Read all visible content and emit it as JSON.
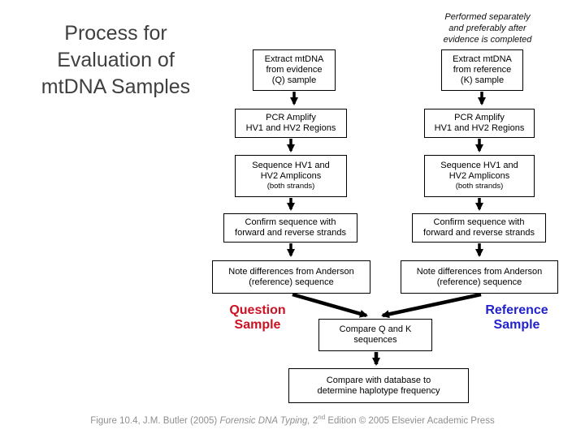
{
  "slide": {
    "title_lines": [
      "Process for",
      "Evaluation of",
      "mtDNA Samples"
    ],
    "note_lines": [
      "Performed separately",
      "and preferably after",
      "evidence is completed"
    ],
    "caption": {
      "prefix": "Figure 10.4, J.M. Butler (2005) ",
      "italic_title": "Forensic DNA Typing,",
      "edition_num": " 2",
      "edition_sup": "nd",
      "suffix": " Edition © 2005 Elsevier Academic Press"
    },
    "colors": {
      "question_label": "#cc1122",
      "reference_label": "#2222cc",
      "box_border": "#000000",
      "arrow": "#000000",
      "title_text": "#3f3f3f",
      "caption_text": "#8f8f8f"
    }
  },
  "flowchart": {
    "question_column": {
      "label_lines": [
        "Question",
        "Sample"
      ],
      "boxes": [
        {
          "lines": [
            "Extract mtDNA",
            "from evidence",
            "(Q) sample"
          ]
        },
        {
          "lines": [
            "PCR Amplify",
            "HV1 and HV2 Regions"
          ]
        },
        {
          "lines": [
            "Sequence HV1 and",
            "HV2 Amplicons"
          ],
          "note": "(both strands)"
        },
        {
          "lines": [
            "Confirm sequence with",
            "forward and reverse strands"
          ]
        },
        {
          "lines": [
            "Note differences from Anderson",
            "(reference) sequence"
          ]
        }
      ]
    },
    "reference_column": {
      "label_lines": [
        "Reference",
        "Sample"
      ],
      "boxes": [
        {
          "lines": [
            "Extract mtDNA",
            "from reference",
            "(K) sample"
          ]
        },
        {
          "lines": [
            "PCR Amplify",
            "HV1 and HV2 Regions"
          ]
        },
        {
          "lines": [
            "Sequence HV1 and",
            "HV2 Amplicons"
          ],
          "note": "(both strands)"
        },
        {
          "lines": [
            "Confirm sequence with",
            "forward and reverse strands"
          ]
        },
        {
          "lines": [
            "Note differences from Anderson",
            "(reference) sequence"
          ]
        }
      ]
    },
    "merge_box_lines": [
      "Compare Q and K",
      "sequences"
    ],
    "final_box_lines": [
      "Compare with database to",
      "determine haplotype frequency"
    ]
  }
}
